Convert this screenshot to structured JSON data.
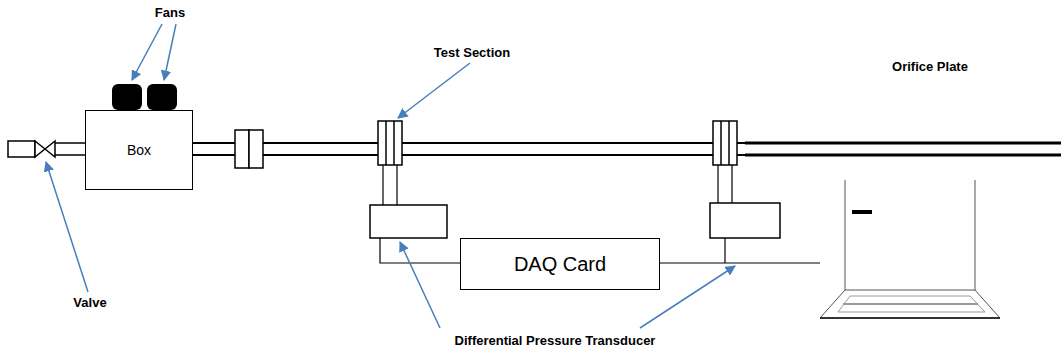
{
  "diagram": {
    "nodes": [
      {
        "text": [
          "Box"
        ]
      },
      {
        "text": [
          "DAQ Card"
        ]
      }
    ],
    "labels": [
      "Fans",
      "Test Section",
      "Orifice Plate",
      "Valve",
      "Differential Pressure Transducer"
    ]
  }
}
